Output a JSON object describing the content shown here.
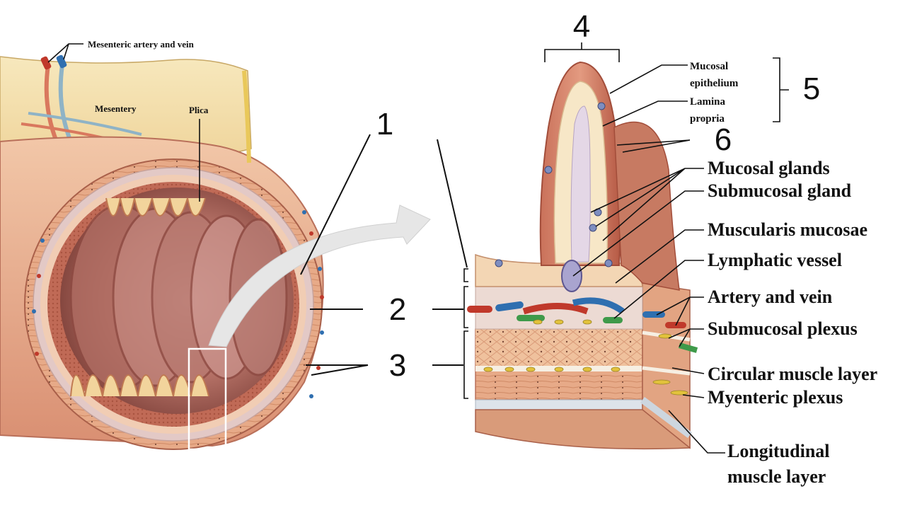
{
  "left_labels": {
    "mesenteric": "Mesenteric artery and vein",
    "mesentery": "Mesentery",
    "plica": "Plica"
  },
  "numbers": [
    "1",
    "2",
    "3",
    "4",
    "5",
    "6"
  ],
  "right_labels": {
    "mucosal_epithelium": "Mucosal epithelium",
    "mucosal_epithelium_l1": "Mucosal",
    "mucosal_epithelium_l2": "epithelium",
    "lamina_propria_l1": "Lamina",
    "lamina_propria_l2": "propria",
    "mucosal_glands": "Mucosal glands",
    "submucosal_gland": "Submucosal gland",
    "muscularis_mucosae": "Muscularis mucosae",
    "lymphatic_vessel": "Lymphatic vessel",
    "artery_and_vein": "Artery and vein",
    "submucosal_plexus": "Submucosal plexus",
    "circular_muscle": "Circular muscle layer",
    "myenteric_plexus": "Myenteric plexus",
    "longitudinal_l1": "Longitudinal",
    "longitudinal_l2": "muscle layer"
  },
  "colors": {
    "mesentery": "#f5e3b0",
    "intestine_outer": "#e8a080",
    "lumen": "#b77368",
    "mucosa": "#c9715a",
    "submucosa": "#ecd9d2",
    "muscle": "#e6b294",
    "artery": "#c0392b",
    "vein": "#2f6fb0",
    "lymphatic": "#3f9a4a",
    "nerve": "#e2c23c",
    "arrow": "#e6e6e6"
  }
}
